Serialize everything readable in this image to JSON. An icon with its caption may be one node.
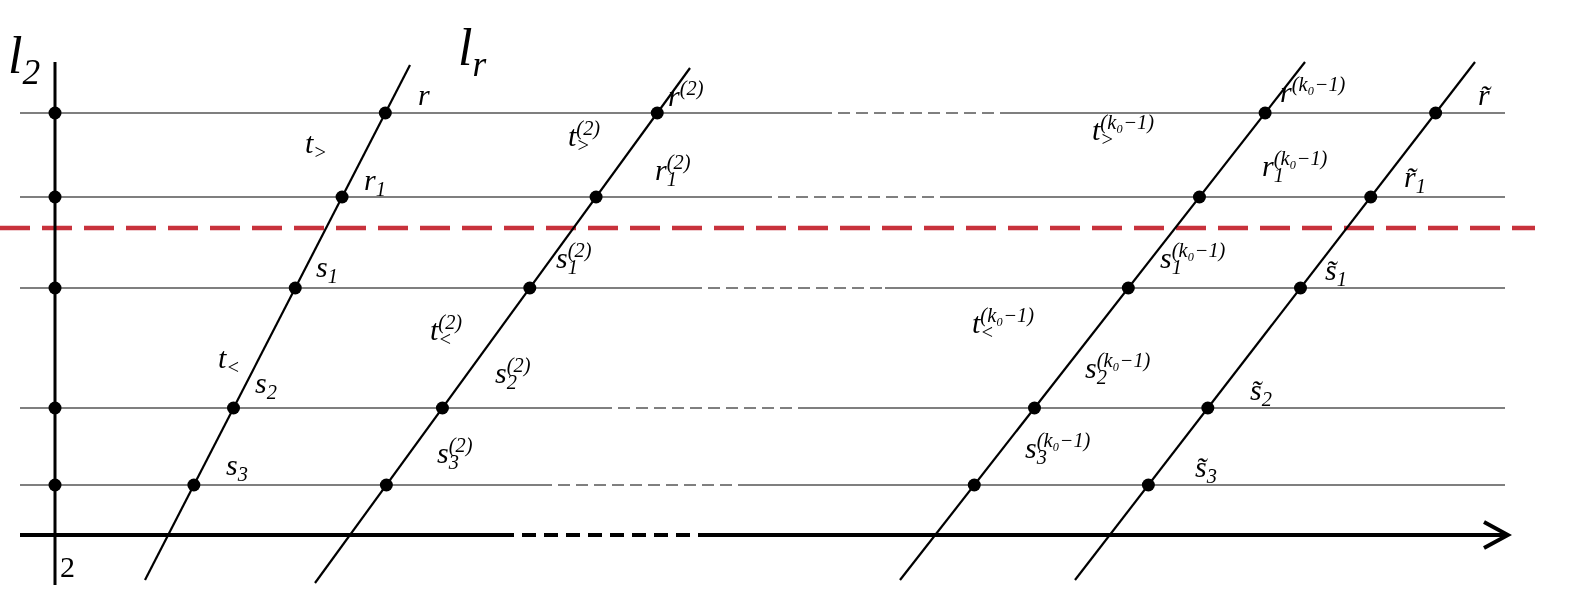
{
  "diagram": {
    "labels": [
      "l$_{2}$",
      "l$_{r}$",
      "r",
      "r$^{(2)}$",
      "r$^{(k₀−1)}$",
      "r̃",
      "t$_{>}$",
      "t$_{>}$$^{(2)}$",
      "t$_{>}$$^{(k₀−1)}$",
      "r$_{1}$",
      "r$_{1}$$^{(2)}$",
      "r$_{1}$$^{(k₀−1)}$",
      "r̃$_{1}$",
      "s$_{1}$",
      "s$_{1}$$^{(2)}$",
      "s$_{1}$$^{(k₀−1)}$",
      "s̃$_{1}$",
      "t$_{<}$",
      "t$_{<}$$^{(2)}$",
      "t$_{<}$$^{(k₀−1)}$",
      "s$_{2}$",
      "s$_{2}$$^{(2)}$",
      "s$_{2}$$^{(k₀−1)}$",
      "s̃$_{2}$",
      "s$_{3}$",
      "s$_{3}$$^{(2)}$",
      "s$_{3}$$^{(k₀−1)}$",
      "s̃$_{3}$",
      "2"
    ]
  }
}
